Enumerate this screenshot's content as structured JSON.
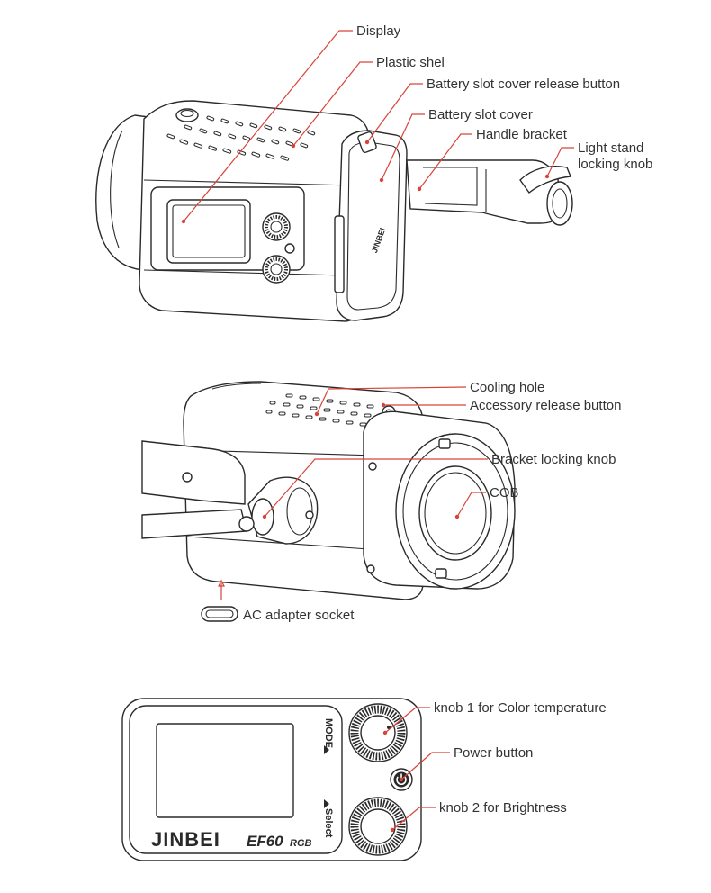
{
  "colors": {
    "leader": "#d9443a",
    "ink": "#2a2a2a",
    "label": "#333333"
  },
  "view1": {
    "display": "Display",
    "plastic_shell": "Plastic shel",
    "battery_release": "Battery slot cover release button",
    "battery_cover": "Battery slot cover",
    "handle_bracket": "Handle bracket",
    "stand_knob_line1": "Light stand",
    "stand_knob_line2": "locking knob",
    "brand_on_cover": "JINBEI"
  },
  "view2": {
    "cooling_hole": "Cooling hole",
    "accessory_release": "Accessory release button",
    "bracket_knob": "Bracket locking knob",
    "cob": "COB",
    "ac_socket": "AC adapter socket"
  },
  "view3": {
    "knob1": "knob 1 for Color temperature",
    "power": "Power button",
    "knob2": "knob 2 for Brightness",
    "mode": "MODE",
    "select": "Select",
    "brand": "JINBEI",
    "model_a": "EF60",
    "model_b": "RGB"
  }
}
